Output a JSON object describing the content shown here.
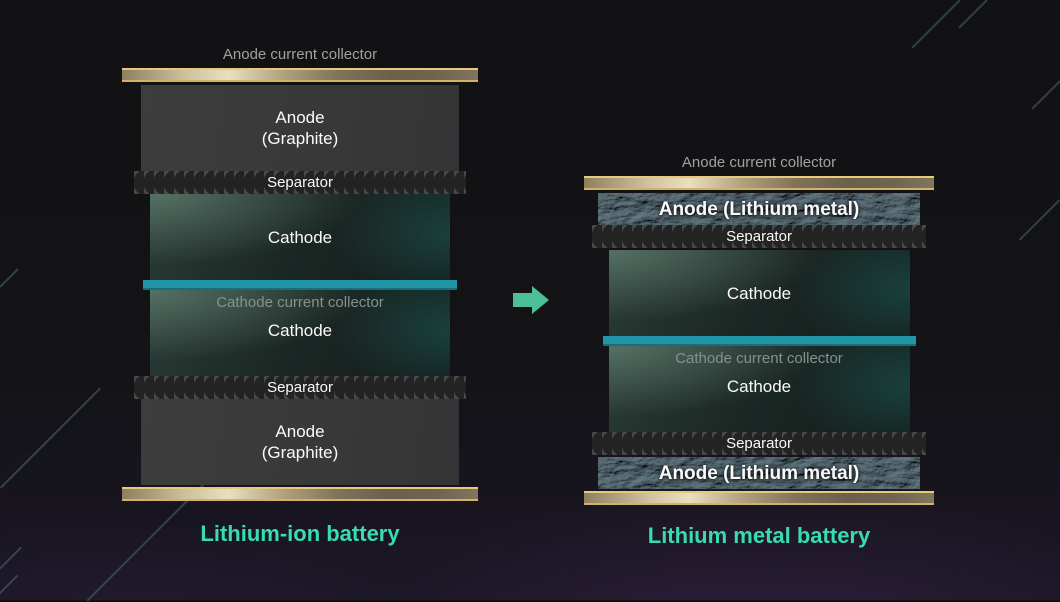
{
  "left": {
    "title": "Lithium-ion battery",
    "anode_cc_label": "Anode current collector",
    "cathode_cc_label": "Cathode current collector",
    "anode_line1": "Anode",
    "anode_line2": "(Graphite)",
    "cathode_label": "Cathode",
    "separator_label": "Separator"
  },
  "right": {
    "title": "Lithium metal battery",
    "anode_cc_label": "Anode current collector",
    "cathode_cc_label": "Cathode current collector",
    "anode_label": "Anode (Lithium metal)",
    "cathode_label": "Cathode",
    "separator_label": "Separator"
  },
  "icons": {
    "arrow": "right-arrow-icon"
  },
  "colors": {
    "title": "#38dcae",
    "arrow": "#4dbf97",
    "collector_teal": "#2095a6",
    "gold_light": "#e9dfbf",
    "gold_dark": "#6b604b",
    "background_top": "#121214",
    "background_bottom": "#1c1726"
  }
}
